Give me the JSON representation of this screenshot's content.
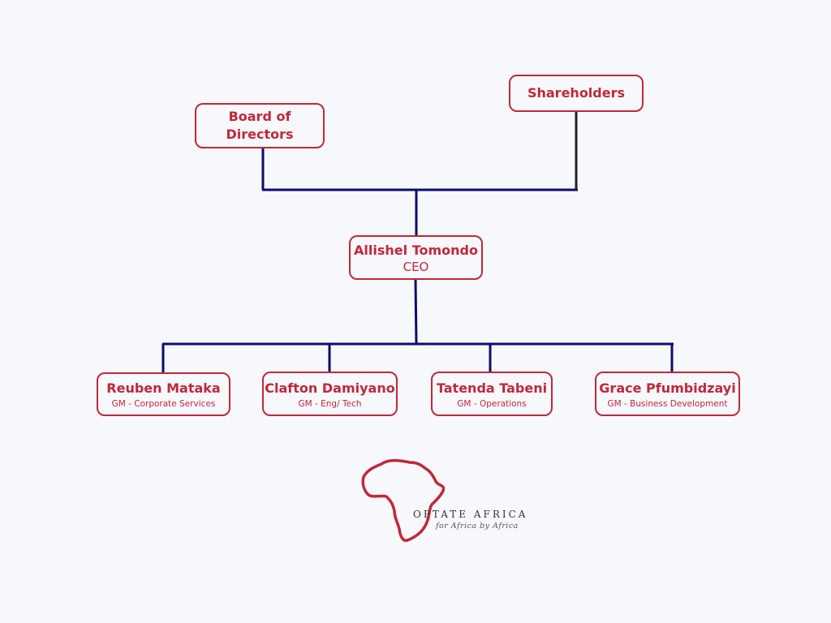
{
  "colors": {
    "accent": "#c0283a",
    "connector": "#0d0d6b",
    "background": "#f6f8fb"
  },
  "board": {
    "name": "Board of Directors"
  },
  "shareholders": {
    "name": "Shareholders"
  },
  "ceo": {
    "name": "Allishel Tomondo",
    "role": "CEO"
  },
  "managers": [
    {
      "name": "Reuben Mataka",
      "role": "GM - Corporate Services"
    },
    {
      "name": "Clafton Damiyano",
      "role": "GM - Eng/ Tech"
    },
    {
      "name": "Tatenda Tabeni",
      "role": "GM - Operations"
    },
    {
      "name": "Grace Pfumbidzayi",
      "role": "GM -  Business Development"
    }
  ],
  "logo": {
    "brand": "Optate Africa",
    "tagline": "for Africa by Africa"
  }
}
